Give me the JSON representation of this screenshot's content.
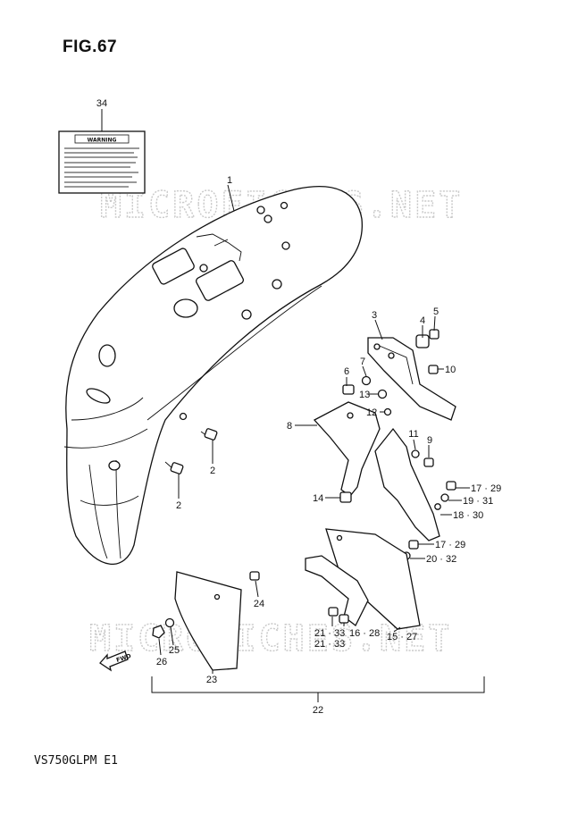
{
  "figure": {
    "title": "FIG.67",
    "model_code": "VS750GLPM E1"
  },
  "watermark": {
    "text": "MICROFICHES.NET"
  },
  "warning_label": {
    "heading": "WARNING"
  },
  "fwd_marker": {
    "text": "FWD"
  },
  "callouts": [
    {
      "id": "c34",
      "text": "34"
    },
    {
      "id": "c1",
      "text": "1"
    },
    {
      "id": "c3",
      "text": "3"
    },
    {
      "id": "c4",
      "text": "4"
    },
    {
      "id": "c5",
      "text": "5"
    },
    {
      "id": "c6",
      "text": "6"
    },
    {
      "id": "c7",
      "text": "7"
    },
    {
      "id": "c10",
      "text": "10"
    },
    {
      "id": "c13",
      "text": "13"
    },
    {
      "id": "c12",
      "text": "12"
    },
    {
      "id": "c8",
      "text": "8"
    },
    {
      "id": "c11",
      "text": "11"
    },
    {
      "id": "c9",
      "text": "9"
    },
    {
      "id": "c2a",
      "text": "2"
    },
    {
      "id": "c2b",
      "text": "2"
    },
    {
      "id": "c14",
      "text": "14"
    },
    {
      "id": "c17_29a",
      "text": "17 · 29"
    },
    {
      "id": "c19_31",
      "text": "19 · 31"
    },
    {
      "id": "c18_30",
      "text": "18 · 30"
    },
    {
      "id": "c17_29b",
      "text": "17 · 29"
    },
    {
      "id": "c20_32",
      "text": "20 · 32"
    },
    {
      "id": "c24",
      "text": "24"
    },
    {
      "id": "c21_33a",
      "text": "21 · 33"
    },
    {
      "id": "c16_28",
      "text": "16 · 28"
    },
    {
      "id": "c21_33b",
      "text": "21 · 33"
    },
    {
      "id": "c15_27",
      "text": "15 · 27"
    },
    {
      "id": "c25",
      "text": "25"
    },
    {
      "id": "c26",
      "text": "26"
    },
    {
      "id": "c23",
      "text": "23"
    },
    {
      "id": "c22",
      "text": "22"
    }
  ]
}
